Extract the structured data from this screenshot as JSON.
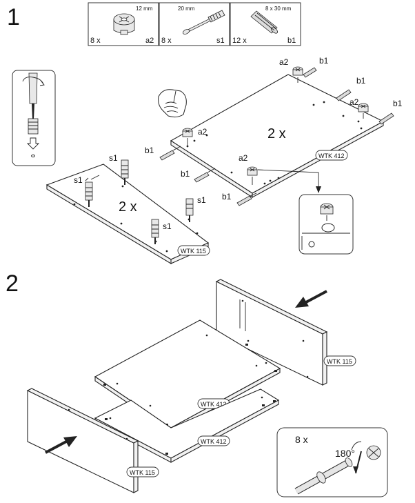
{
  "steps": {
    "step1": "1",
    "step2": "2"
  },
  "parts": [
    {
      "size": "12 mm",
      "qty": "8 x",
      "code": "a2"
    },
    {
      "size": "20 mm",
      "qty": "8 x",
      "code": "s1"
    },
    {
      "size": "8 x 30 mm",
      "qty": "12 x",
      "code": "b1"
    }
  ],
  "step1": {
    "panel_a_qty": "2 x",
    "panel_a_tag": "WTK 412",
    "panel_b_qty": "2 x",
    "panel_b_tag": "WTK 115",
    "callouts": {
      "a2_top": "a2",
      "b1_top": "b1",
      "b1_right1": "b1",
      "a2_right": "a2",
      "b1_right2": "b1",
      "a2_left": "a2",
      "b1_left1": "b1",
      "b1_left2": "b1",
      "a2_mid": "a2",
      "b1_bottom": "b1",
      "s1_1": "s1",
      "s1_2": "s1",
      "s1_3": "s1",
      "s1_4": "s1"
    }
  },
  "step2": {
    "tag_right": "WTK 115",
    "tag_top_panel": "WTK 412",
    "tag_bottom_panel": "WTK 412",
    "tag_left": "WTK 115",
    "detail_qty": "8 x",
    "detail_angle": "180°"
  }
}
